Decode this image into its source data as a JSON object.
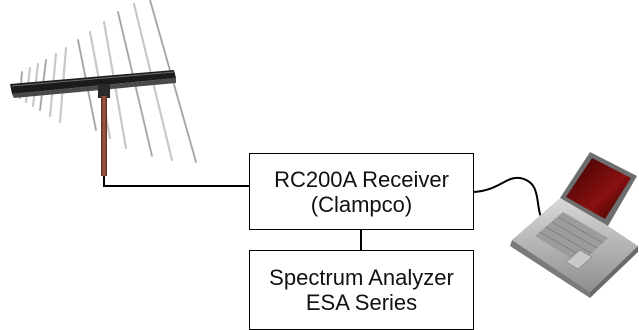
{
  "diagram": {
    "receiver": {
      "line1": "RC200A Receiver",
      "line2": "(Clampco)"
    },
    "analyzer": {
      "line1": "Spectrum Analyzer",
      "line2": "ESA Series"
    },
    "icons": {
      "antenna": "log-periodic-antenna-icon",
      "laptop": "laptop-icon"
    },
    "colors": {
      "mast": "#8a4a34",
      "laptop_screen": "#7a0d0d",
      "laptop_body": "#b8b8b8"
    }
  }
}
